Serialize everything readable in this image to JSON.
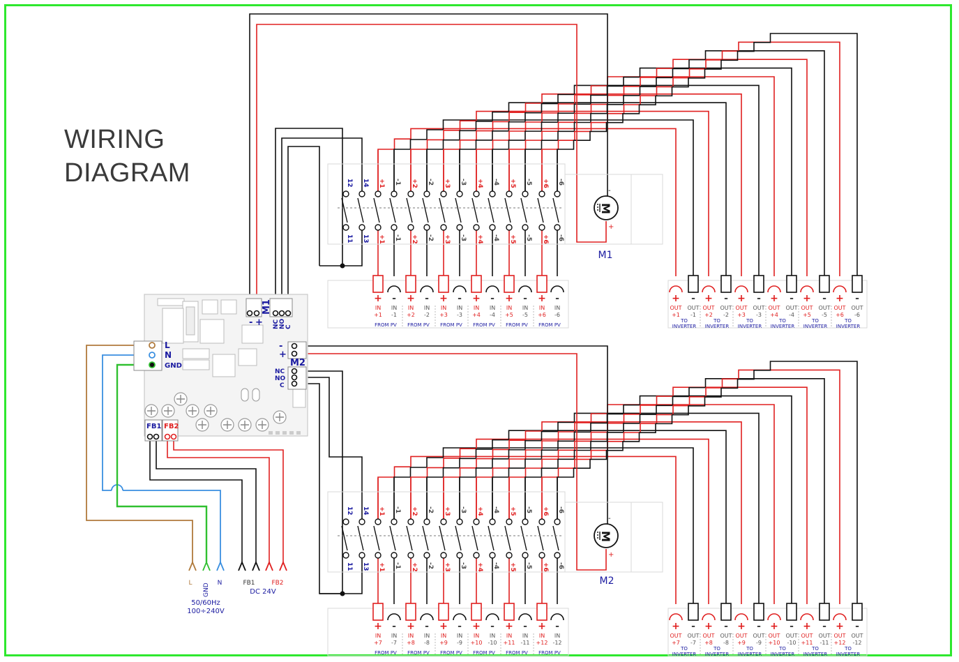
{
  "title": {
    "line1": "WIRING",
    "line2": "DIAGRAM"
  },
  "colors": {
    "red": "#e02020",
    "black": "#111111",
    "blue": "#1a1aa0",
    "frame": "#2ee82e",
    "live": "#b07a3c",
    "neutral": "#3a8fe0",
    "ground": "#30c030",
    "grey": "#d8d8d8"
  },
  "motors": [
    {
      "label": "M1"
    },
    {
      "label": "M2"
    }
  ],
  "controller": {
    "m1": {
      "label": "M1",
      "minus": "-",
      "plus": "+",
      "nc": "NC",
      "no": "NO",
      "c": "C"
    },
    "m2": {
      "label": "M2",
      "minus": "-",
      "plus": "+",
      "nc": "NC",
      "no": "NO",
      "c": "C"
    },
    "power": {
      "l": "L",
      "n": "N",
      "gnd": "GND"
    },
    "fb1": "FB1",
    "fb2": "FB2"
  },
  "power_labels": {
    "l": "L",
    "gnd": "GND",
    "n": "N",
    "fb1": "FB1",
    "fb2": "FB2",
    "dc": "DC 24V",
    "ac": "50/60Hz",
    "range": "100÷240V"
  },
  "switch_labels": {
    "top": [
      "12",
      "14",
      "+1",
      "-1",
      "+2",
      "-2",
      "+3",
      "-3",
      "+4",
      "-4",
      "+5",
      "-5",
      "+6",
      "-6"
    ],
    "bottom": [
      "11",
      "13",
      "+1",
      "-1",
      "+2",
      "-2",
      "+3",
      "-3",
      "+4",
      "-4",
      "+5",
      "-5",
      "+6",
      "-6"
    ]
  },
  "group1": {
    "in_labels": [
      "+1",
      "-1",
      "+2",
      "-2",
      "+3",
      "-3",
      "+4",
      "-4",
      "+5",
      "-5",
      "+6",
      "-6"
    ],
    "out_labels": [
      "+1",
      "-1",
      "+2",
      "-2",
      "+3",
      "-3",
      "+4",
      "-4",
      "+5",
      "-5",
      "+6",
      "-6"
    ],
    "in_word": "IN",
    "out_word": "OUT",
    "from_pv": "FROM PV",
    "to": "TO",
    "inverter": "INVERTER"
  },
  "group2": {
    "in_labels": [
      "+7",
      "-7",
      "+8",
      "-8",
      "+9",
      "-9",
      "+10",
      "-10",
      "+11",
      "-11",
      "+12",
      "-12"
    ],
    "out_labels": [
      "+7",
      "-7",
      "+8",
      "-8",
      "+9",
      "-9",
      "+10",
      "-10",
      "+11",
      "-11",
      "+12",
      "-12"
    ],
    "in_word": "IN",
    "out_word": "OUT",
    "from_pv": "FROM PV",
    "to": "TO",
    "inverter": "INVERTER"
  }
}
